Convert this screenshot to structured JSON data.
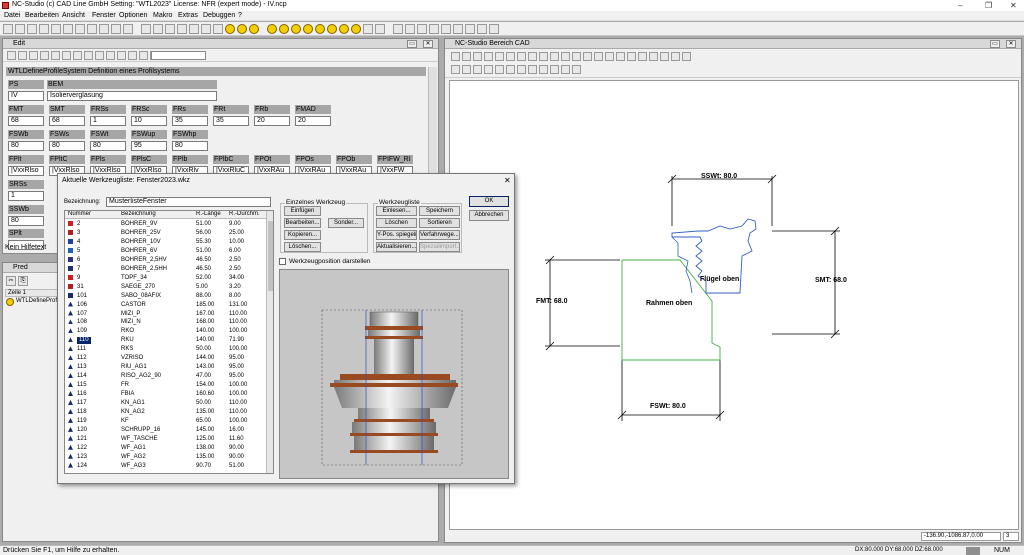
{
  "app": {
    "title": "NC-Studio (c) CAD Line GmbH Setting: \"WTL2023\" License: NFR (expert mode) - IV.ncp"
  },
  "menu": [
    "Datei",
    "Bearbeiten",
    "Ansicht",
    "Fenster",
    "Optionen",
    "Makro",
    "Extras",
    "Debuggen",
    "?"
  ],
  "edit_panel": {
    "title": "Edit",
    "description": "WTLDefineProfileSystem Definition eines Profilsystems",
    "fields": [
      {
        "label": "PS",
        "value": "IV"
      },
      {
        "label": "BEM",
        "value": "Isolierverglasung"
      },
      {
        "label": "FMT",
        "value": "68"
      },
      {
        "label": "SMT",
        "value": "68"
      },
      {
        "label": "FRSs",
        "value": "1"
      },
      {
        "label": "FRSc",
        "value": "10"
      },
      {
        "label": "FRs",
        "value": "35"
      },
      {
        "label": "FRt",
        "value": "35"
      },
      {
        "label": "FRb",
        "value": "20"
      },
      {
        "label": "FMAD",
        "value": "20"
      },
      {
        "label": "FSWb",
        "value": "80"
      },
      {
        "label": "FSWs",
        "value": "80"
      },
      {
        "label": "FSWt",
        "value": "80"
      },
      {
        "label": "FSWup",
        "value": "95"
      },
      {
        "label": "FSWhp",
        "value": "80"
      },
      {
        "label": "FPlt",
        "value": "|VxxRlso"
      },
      {
        "label": "FPltC",
        "value": "|VxxRlso"
      },
      {
        "label": "FPls",
        "value": "|VxxRlso"
      },
      {
        "label": "FPlsC",
        "value": "|VxxRlso"
      },
      {
        "label": "FPlb",
        "value": "|VxxRlv"
      },
      {
        "label": "FPlbC",
        "value": "|VxxRluC"
      },
      {
        "label": "FPOt",
        "value": "|VxxRAu"
      },
      {
        "label": "FPOs",
        "value": "|VxxRAu"
      },
      {
        "label": "FPOb",
        "value": "|VxxRAu"
      },
      {
        "label": "FPIFW_RI",
        "value": "|VxxFW"
      },
      {
        "label": "SRSs",
        "value": "1"
      },
      {
        "label": "SSWb",
        "value": "80"
      },
      {
        "label": "SPlt",
        "value": ""
      }
    ],
    "hint": "Kein Hilfetext"
  },
  "pred_panel": {
    "title": "Pred",
    "col": "Zeile 1",
    "row": "WTLDefineProfile"
  },
  "dialog": {
    "title": "Aktuelle Werkzeugliste: Fenster2023.wkz",
    "bezeichnung_label": "Bezeichnung:",
    "bezeichnung_value": "MusterlisteFenster",
    "columns": [
      "Nummer",
      "Bezeichnung",
      "R.-Länge",
      "R.-Durchm."
    ],
    "rows": [
      [
        "2",
        "BOHRER_9V",
        "51.00",
        "9.00"
      ],
      [
        "3",
        "BOHRER_25V",
        "56.00",
        "25.00"
      ],
      [
        "4",
        "BOHRER_10V",
        "55.30",
        "10.00"
      ],
      [
        "5",
        "BOHRER_6V",
        "51.00",
        "6.00"
      ],
      [
        "6",
        "BOHRER_2,5HV",
        "46.50",
        "2.50"
      ],
      [
        "7",
        "BOHRER_2,5HH",
        "46.50",
        "2.50"
      ],
      [
        "9",
        "TOPF_34",
        "52.00",
        "34.00"
      ],
      [
        "31",
        "SAEGE_270",
        "5.00",
        "3.20"
      ],
      [
        "101",
        "SABO_08AFIX",
        "88.00",
        "8.00"
      ],
      [
        "106",
        "CASTOR",
        "185.00",
        "131.00"
      ],
      [
        "107",
        "MIZI_P",
        "167.00",
        "110.00"
      ],
      [
        "108",
        "MIZI_N",
        "168.00",
        "110.00"
      ],
      [
        "109",
        "RKO",
        "140.00",
        "100.00"
      ],
      [
        "110",
        "RKU",
        "140.00",
        "71.90"
      ],
      [
        "111",
        "RKS",
        "50.00",
        "100.00"
      ],
      [
        "112",
        "VZRISO",
        "144.00",
        "95.00"
      ],
      [
        "113",
        "RIU_AG1",
        "143.00",
        "95.00"
      ],
      [
        "114",
        "RISO_AG2_90",
        "47.00",
        "95.00"
      ],
      [
        "115",
        "FR",
        "154.00",
        "100.00"
      ],
      [
        "116",
        "FBIA",
        "160.60",
        "100.00"
      ],
      [
        "117",
        "KN_AG1",
        "50.00",
        "110.00"
      ],
      [
        "118",
        "KN_AG2",
        "135.00",
        "110.00"
      ],
      [
        "119",
        "KF",
        "65.00",
        "100.00"
      ],
      [
        "120",
        "SCHRUPP_16",
        "145.00",
        "16.00"
      ],
      [
        "121",
        "WF_TASCHE",
        "125.00",
        "11.60"
      ],
      [
        "122",
        "WF_AG1",
        "138.00",
        "90.00"
      ],
      [
        "123",
        "WF_AG2",
        "135.00",
        "90.00"
      ],
      [
        "124",
        "WF_AG3",
        "90.70",
        "51.00"
      ]
    ],
    "group_tool": "Einzelnes Werkzeug",
    "btn_einfuegen": "Einfügen",
    "btn_bearbeiten": "Bearbeiten...",
    "btn_sonder": "Sonder...",
    "btn_kopieren": "Kopieren...",
    "btn_loeschen": "Löschen...",
    "group_list": "Werkzeugliste",
    "btn_einlesen": "Einlesen...",
    "btn_speichern": "Speichern",
    "btn_list_loeschen": "Löschen",
    "btn_sortieren": "Sortieren",
    "btn_ypos": "Y-Pos. spiegeln",
    "btn_verfahrwege": "Verfahrwege...",
    "btn_aktualisieren": "Aktualisieren...",
    "btn_spezialimport": "Spezialimport...",
    "btn_ok": "OK",
    "btn_abbrechen": "Abbrechen",
    "checkbox_label": "Werkzeugposition darstellen"
  },
  "cad": {
    "title": "NC-Studio Bereich CAD",
    "label_sswt": "SSWt: 80.0",
    "label_smt": "SMT: 68.0",
    "label_fmt": "FMT: 68.0",
    "label_fswt": "FSWt: 80.0",
    "label_fluegel": "Flügel oben",
    "label_rahmen": "Rahmen oben",
    "coords": "-136.90,-1086.87,0.00",
    "coords_n": "3"
  },
  "status": {
    "hint": "Drücken Sie F1, um Hilfe zu erhalten.",
    "dims": "DX:80.000 DY:68.000 DZ:68.000",
    "num": "NUM"
  },
  "colors": {
    "accent_blue": "#0a246a",
    "profile_blue": "#3060c0",
    "profile_green": "#40b040"
  }
}
